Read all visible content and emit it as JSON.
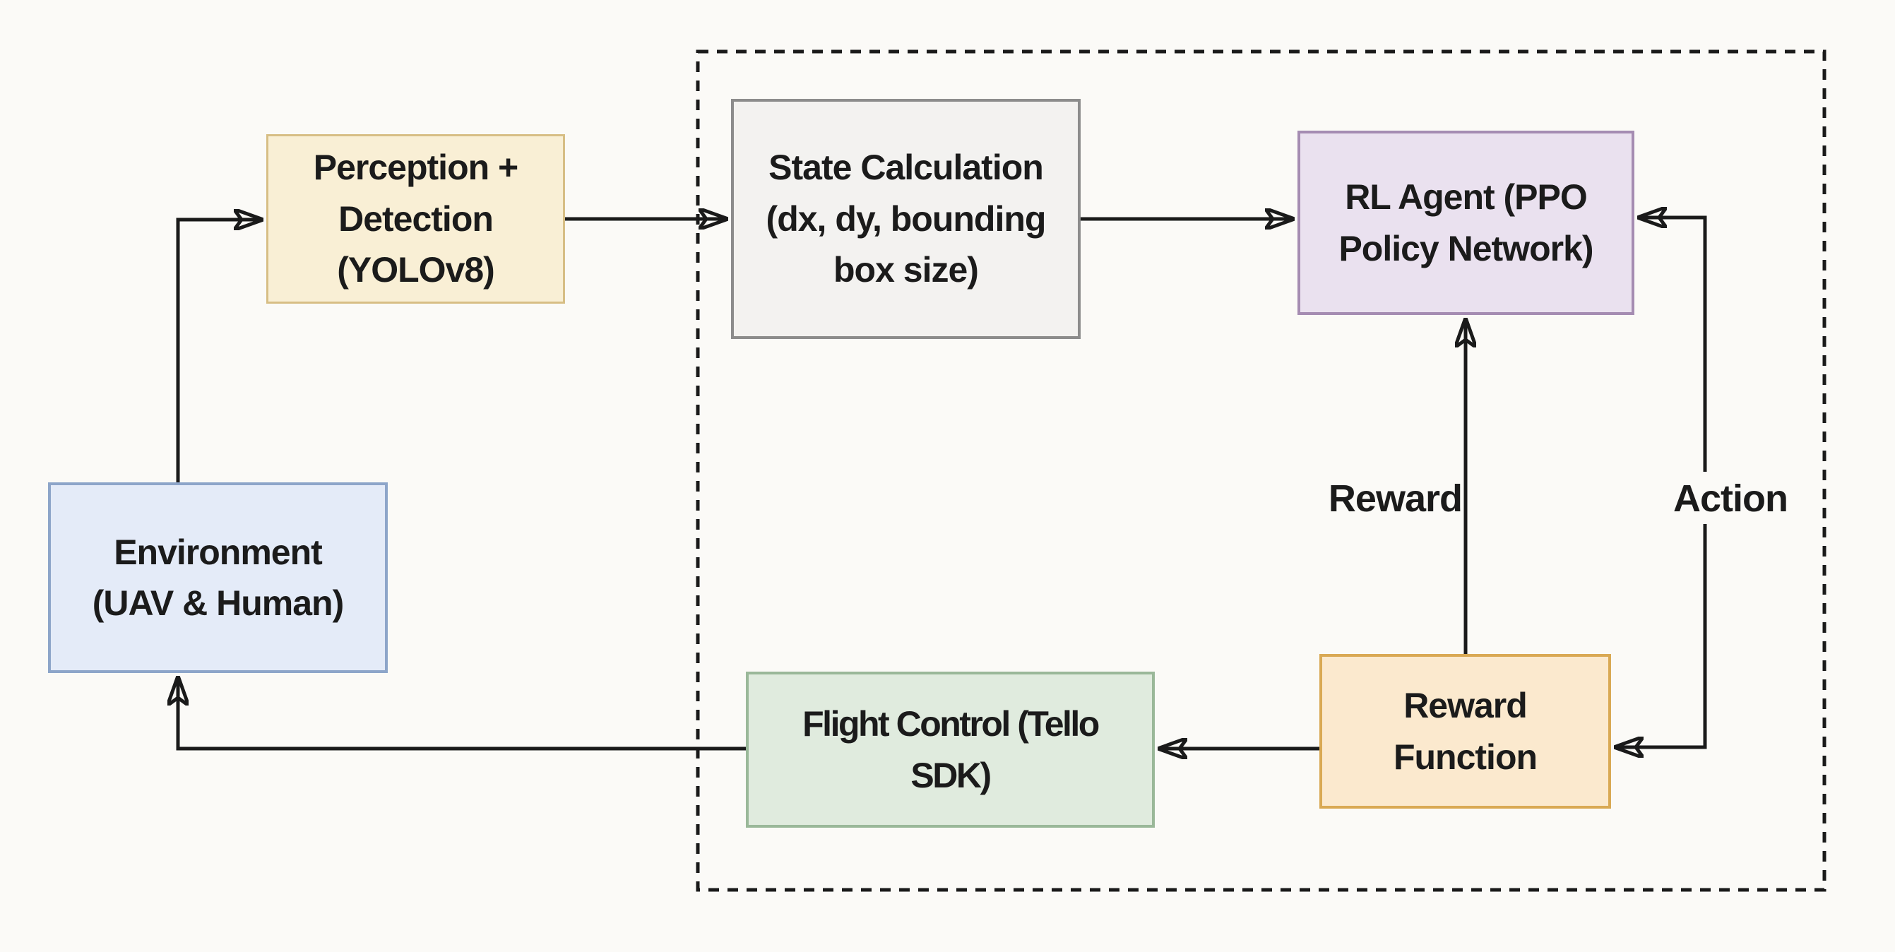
{
  "colors": {
    "background": "#fbfaf7",
    "line": "#1a1a1a",
    "text": "#1b1b1b"
  },
  "nodes": {
    "perception": {
      "label": "Perception +\nDetection\n(YOLOv8)",
      "fill": "#f9efd5",
      "border": "#d7be85"
    },
    "state_calc": {
      "label": "State Calculation\n(dx, dy, bounding\nbox size)",
      "fill": "#f3f2f0",
      "border": "#8c8c8c"
    },
    "rl_agent": {
      "label": "RL Agent (PPO\nPolicy Network)",
      "fill": "#eae1ef",
      "border": "#a58cb2"
    },
    "environment": {
      "label": "Environment\n(UAV & Human)",
      "fill": "#e4ebf8",
      "border": "#8da5c9"
    },
    "flight_control": {
      "label": "Flight Control (Tello\nSDK)",
      "fill": "#e0ebde",
      "border": "#9ab899"
    },
    "reward_function": {
      "label": "Reward\nFunction",
      "fill": "#fbe9ce",
      "border": "#d9a954"
    }
  },
  "edge_labels": {
    "reward": "Reward",
    "action": "Action"
  }
}
